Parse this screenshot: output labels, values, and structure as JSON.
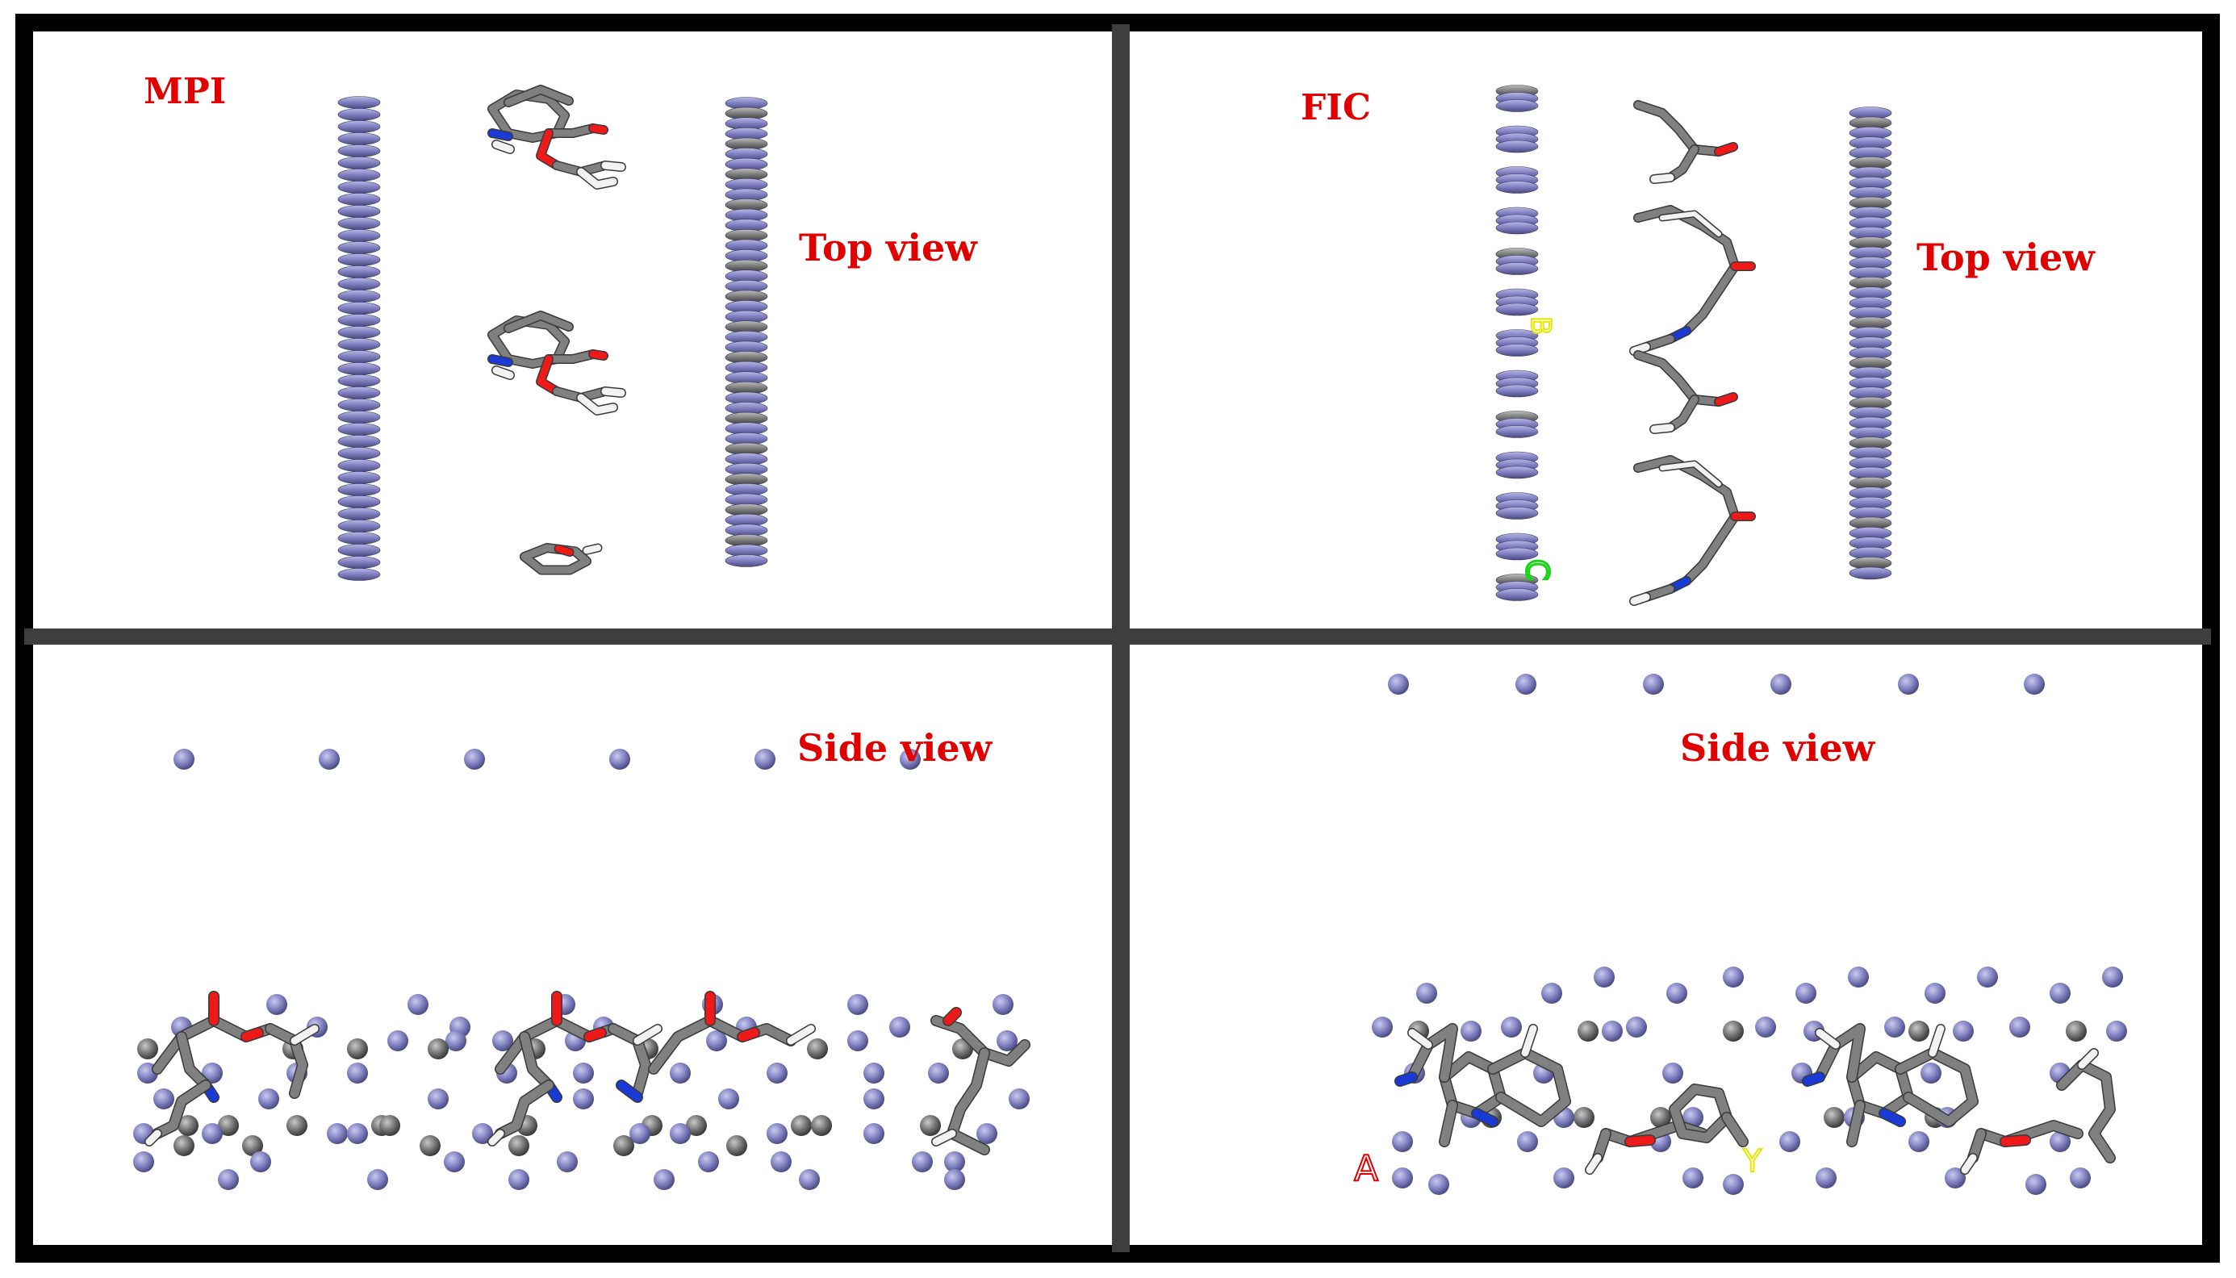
{
  "panels": {
    "top_left": {
      "name": "MPI",
      "view": "Top view"
    },
    "top_right": {
      "name": "FIC",
      "view": "Top view"
    },
    "bottom_left": {
      "view": "Side view"
    },
    "bottom_right": {
      "view": "Side view"
    }
  },
  "markers": {
    "b": "B",
    "c": "C",
    "a": "A",
    "y": "Y"
  },
  "colors": {
    "frame": "#000000",
    "divider": "#3e3e3e",
    "label": "#e00000",
    "surface_atom": "#7f7fbf",
    "carbon": "#707070",
    "oxygen": "#ee1a1a",
    "nitrogen": "#1a3ad6",
    "hydrogen": "#f2f2f2",
    "marker_yellow": "#e6e600",
    "marker_green": "#16d416"
  }
}
